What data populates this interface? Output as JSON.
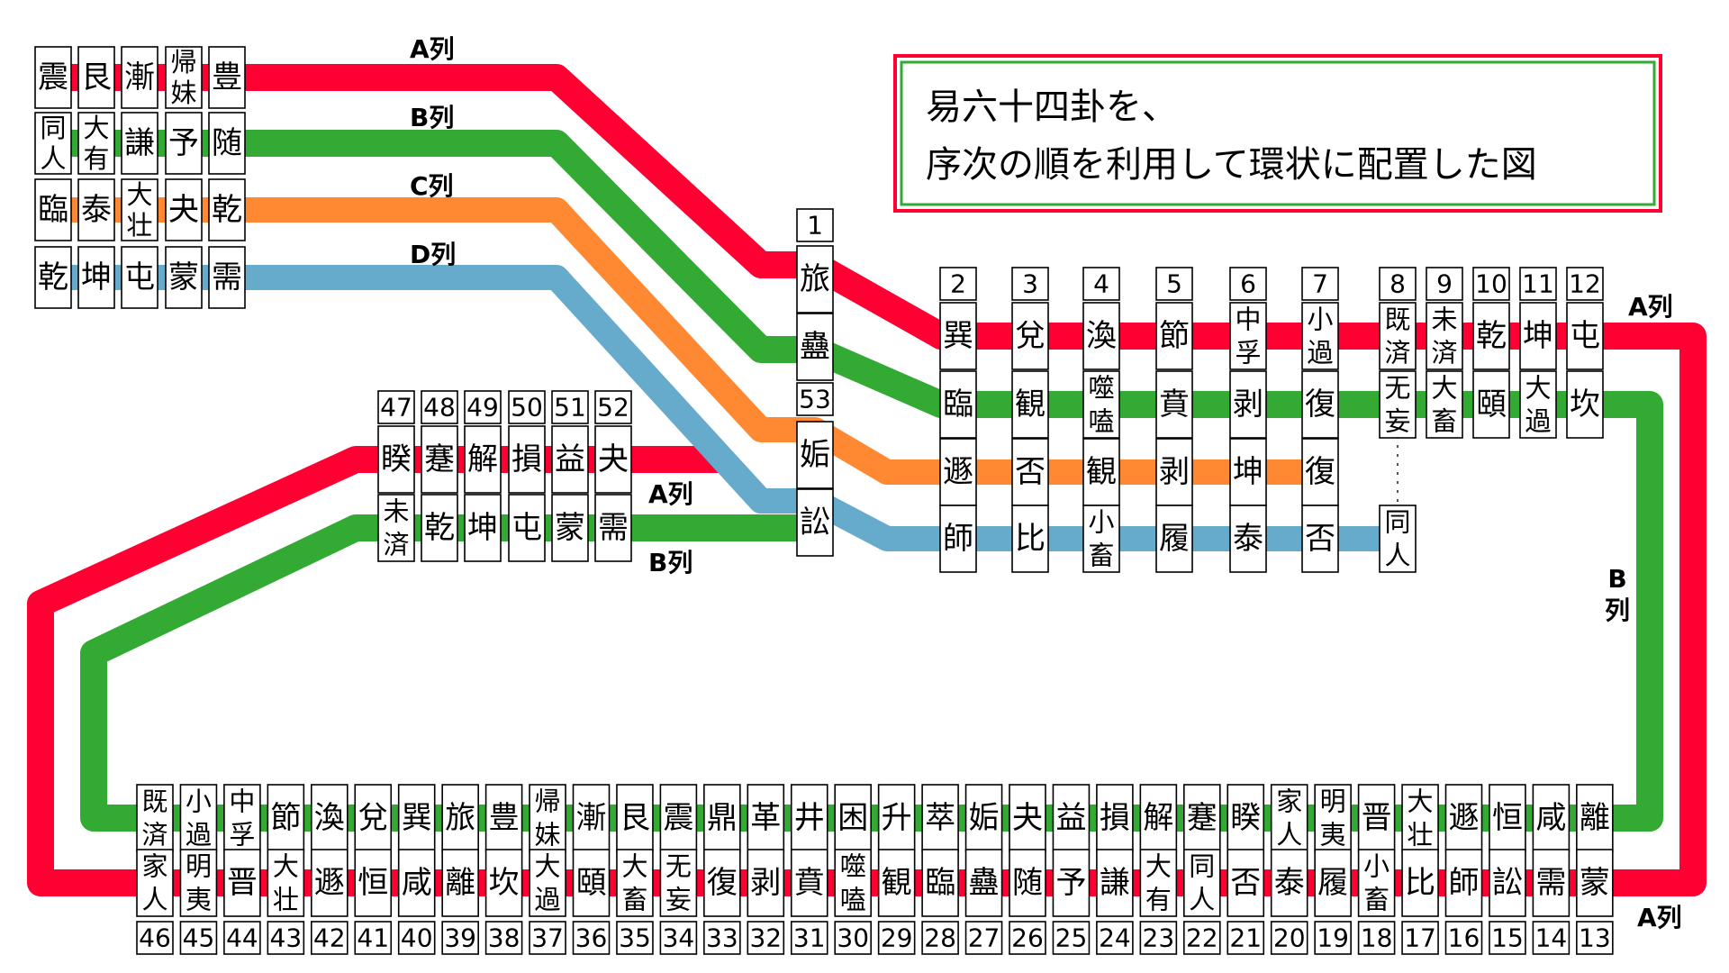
{
  "colors": {
    "line_a": "#ff0033",
    "line_b": "#33aa33",
    "line_c": "#ff8833",
    "line_d": "#66aacc",
    "frame_outer": "#ff0033",
    "frame_inner": "#33aa33",
    "box_border": "#000000"
  },
  "title": {
    "line1": "易六十四卦を、",
    "line2": "序次の順を利用して環状に配置した図"
  },
  "labels": {
    "a_top": "A列",
    "b_top": "B列",
    "c_top": "C列",
    "d_top": "D列",
    "a_mid": "A列",
    "b_mid": "B列",
    "a_right": "A列",
    "b_right_1": "B",
    "b_right_2": "列",
    "a_bottom": "A列"
  },
  "legend_rows": [
    [
      "震",
      "艮",
      "漸",
      "帰妹",
      "豊"
    ],
    [
      "同人",
      "大有",
      "謙",
      "予",
      "随"
    ],
    [
      "臨",
      "泰",
      "大壮",
      "夬",
      "乾"
    ],
    [
      "乾",
      "坤",
      "屯",
      "蒙",
      "需"
    ]
  ],
  "spine": {
    "num_top": "1",
    "a": "旅",
    "b": "蠱",
    "num_mid": "53",
    "c": "姤",
    "d": "訟"
  },
  "top_columns": [
    {
      "num": "2",
      "a": "巽",
      "b": "臨",
      "c": "遯",
      "d": "師"
    },
    {
      "num": "3",
      "a": "兌",
      "b": "観",
      "c": "否",
      "d": "比"
    },
    {
      "num": "4",
      "a": "渙",
      "b": "噬嗑",
      "c": "観",
      "d": "小畜"
    },
    {
      "num": "5",
      "a": "節",
      "b": "賁",
      "c": "剥",
      "d": "履"
    },
    {
      "num": "6",
      "a": "中孚",
      "b": "剥",
      "c": "坤",
      "d": "泰"
    },
    {
      "num": "7",
      "a": "小過",
      "b": "復",
      "c": "復",
      "d": "否"
    },
    {
      "num": "8",
      "a": "既済",
      "b": "无妄",
      "d": "同人"
    },
    {
      "num": "9",
      "a": "未済",
      "b": "大畜"
    },
    {
      "num": "10",
      "a": "乾",
      "b": "頤"
    },
    {
      "num": "11",
      "a": "坤",
      "b": "大過"
    },
    {
      "num": "12",
      "a": "屯",
      "b": "坎"
    }
  ],
  "mid_columns": [
    {
      "num": "47",
      "a": "睽",
      "b": "未済"
    },
    {
      "num": "48",
      "a": "蹇",
      "b": "乾"
    },
    {
      "num": "49",
      "a": "解",
      "b": "坤"
    },
    {
      "num": "50",
      "a": "損",
      "b": "屯"
    },
    {
      "num": "51",
      "a": "益",
      "b": "蒙"
    },
    {
      "num": "52",
      "a": "夬",
      "b": "需"
    }
  ],
  "bottom_columns": [
    {
      "num": "46",
      "b": "既済",
      "a": "家人"
    },
    {
      "num": "45",
      "b": "小過",
      "a": "明夷"
    },
    {
      "num": "44",
      "b": "中孚",
      "a": "晋"
    },
    {
      "num": "43",
      "b": "節",
      "a": "大壮"
    },
    {
      "num": "42",
      "b": "渙",
      "a": "遯"
    },
    {
      "num": "41",
      "b": "兌",
      "a": "恒"
    },
    {
      "num": "40",
      "b": "巽",
      "a": "咸"
    },
    {
      "num": "39",
      "b": "旅",
      "a": "離"
    },
    {
      "num": "38",
      "b": "豊",
      "a": "坎"
    },
    {
      "num": "37",
      "b": "帰妹",
      "a": "大過"
    },
    {
      "num": "36",
      "b": "漸",
      "a": "頤"
    },
    {
      "num": "35",
      "b": "艮",
      "a": "大畜"
    },
    {
      "num": "34",
      "b": "震",
      "a": "无妄"
    },
    {
      "num": "33",
      "b": "鼎",
      "a": "復"
    },
    {
      "num": "32",
      "b": "革",
      "a": "剥"
    },
    {
      "num": "31",
      "b": "井",
      "a": "賁"
    },
    {
      "num": "30",
      "b": "困",
      "a": "噬嗑"
    },
    {
      "num": "29",
      "b": "升",
      "a": "観"
    },
    {
      "num": "28",
      "b": "萃",
      "a": "臨"
    },
    {
      "num": "27",
      "b": "姤",
      "a": "蠱"
    },
    {
      "num": "26",
      "b": "夬",
      "a": "随"
    },
    {
      "num": "25",
      "b": "益",
      "a": "予"
    },
    {
      "num": "24",
      "b": "損",
      "a": "謙"
    },
    {
      "num": "23",
      "b": "解",
      "a": "大有"
    },
    {
      "num": "22",
      "b": "蹇",
      "a": "同人"
    },
    {
      "num": "21",
      "b": "睽",
      "a": "否"
    },
    {
      "num": "20",
      "b": "家人",
      "a": "泰"
    },
    {
      "num": "19",
      "b": "明夷",
      "a": "履"
    },
    {
      "num": "18",
      "b": "晋",
      "a": "小畜"
    },
    {
      "num": "17",
      "b": "大壮",
      "a": "比"
    },
    {
      "num": "16",
      "b": "遯",
      "a": "師"
    },
    {
      "num": "15",
      "b": "恒",
      "a": "訟"
    },
    {
      "num": "14",
      "b": "咸",
      "a": "需"
    },
    {
      "num": "13",
      "b": "離",
      "a": "蒙"
    }
  ]
}
